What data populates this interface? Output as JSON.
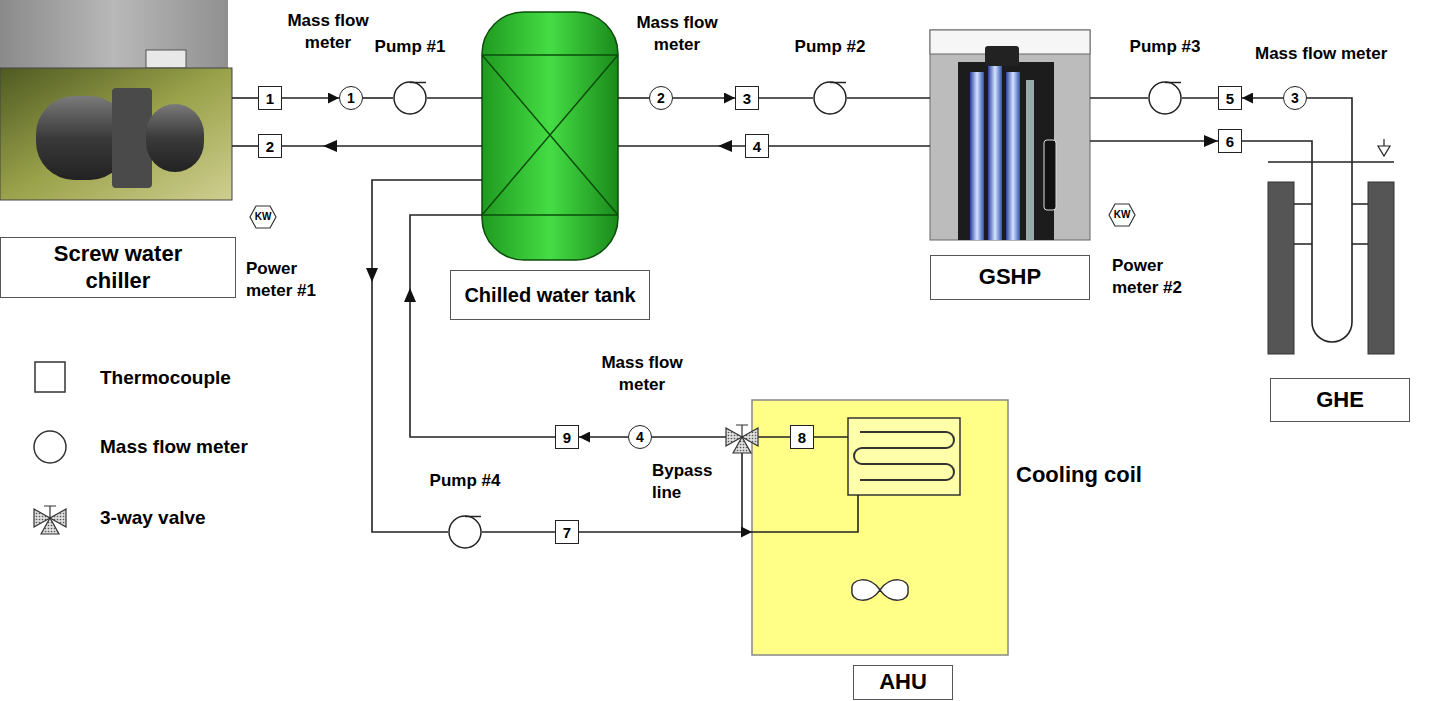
{
  "diagram": {
    "nodes": [
      {
        "text": [
          "Pump #1"
        ]
      },
      {
        "text": [
          "Pump #2"
        ]
      },
      {
        "text": [
          "Pump #3"
        ]
      },
      {
        "text": [
          "1"
        ]
      },
      {
        "text": [
          "1"
        ]
      },
      {
        "text": [
          "2"
        ]
      },
      {
        "text": [
          "3"
        ]
      },
      {
        "text": [
          "5"
        ]
      },
      {
        "text": [
          "3"
        ]
      },
      {
        "text": [
          "2"
        ]
      },
      {
        "text": [
          "4"
        ]
      },
      {
        "text": [
          "6"
        ]
      },
      {
        "text": [
          "KW"
        ]
      },
      {
        "text": [
          "KW"
        ]
      },
      {
        "text": [
          "Screw water chiller"
        ]
      },
      {
        "text": [
          "Chilled water tank"
        ]
      },
      {
        "text": [
          "GSHP"
        ]
      },
      {
        "text": [
          "GHE"
        ]
      },
      {
        "text": [
          "Cooling coil"
        ]
      },
      {
        "text": [
          "9"
        ]
      },
      {
        "text": [
          "4"
        ]
      },
      {
        "text": [
          "8"
        ],
        "in": 18
      },
      {
        "text": [
          "Pump #4"
        ]
      },
      {
        "text": [
          "7"
        ]
      },
      {
        "text": [
          "AHU"
        ]
      }
    ],
    "edges": [
      {
        "from": 3,
        "to": 4,
        "arrow": "to"
      },
      {
        "from": 4,
        "to": 0,
        "arrow": "none"
      },
      {
        "from": 5,
        "to": 6,
        "arrow": "to"
      },
      {
        "from": 6,
        "to": 1,
        "arrow": "none"
      },
      {
        "from": 8,
        "to": 7,
        "arrow": "to"
      },
      {
        "from": 7,
        "to": 2,
        "arrow": "none"
      },
      {
        "from": 21,
        "to": 20,
        "arrow": "none"
      },
      {
        "from": 20,
        "to": 19,
        "arrow": "to"
      },
      {
        "from": 22,
        "to": 23,
        "arrow": "none"
      },
      {
        "from": 23,
        "to": 18,
        "arrow": "to"
      }
    ],
    "labels": [
      "Mass flow meter",
      "Mass flow meter",
      "Mass flow meter",
      "Power meter #1",
      "Power meter #2",
      "Mass flow meter",
      "Bypass line"
    ],
    "legend": [
      {
        "text": "Thermocouple"
      },
      {
        "text": "Mass flow meter"
      },
      {
        "text": "3-way valve"
      }
    ]
  }
}
